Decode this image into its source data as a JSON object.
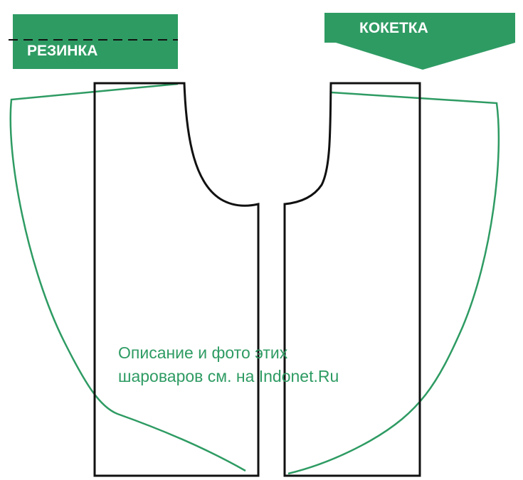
{
  "labels": {
    "left_badge": "РЕЗИНКА",
    "right_badge": "КОКЕТКА"
  },
  "caption": {
    "line1": "Описание и фото этих",
    "line2": "шароваров см. на  Indonet.Ru"
  },
  "colors": {
    "accent": "#2e9b63",
    "outline": "#111111",
    "badge_text": "#ffffff",
    "background": "#ffffff"
  }
}
